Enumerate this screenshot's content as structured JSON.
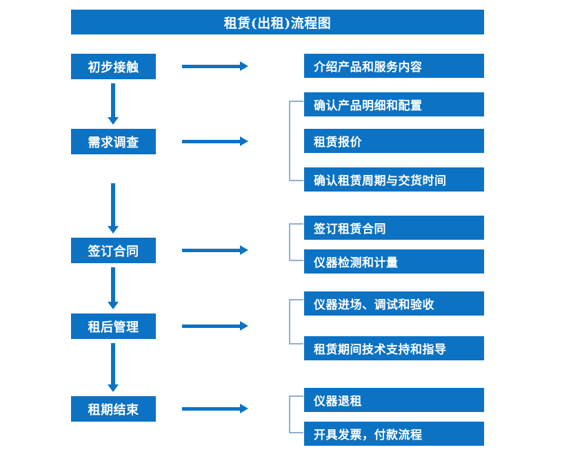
{
  "page": {
    "title": "租赁(出租)流程图",
    "accent_color": "#0b72c4",
    "bracket_color": "#90aed2",
    "background_color": "#ffffff",
    "text_color": "#ffffff"
  },
  "stages": [
    {
      "label": "初步接触"
    },
    {
      "label": "需求调查"
    },
    {
      "label": "签订合同"
    },
    {
      "label": "租后管理"
    },
    {
      "label": "租期结束"
    }
  ],
  "details": [
    {
      "label": "介绍产品和服务内容"
    },
    {
      "label": "确认产品明细和配置"
    },
    {
      "label": "租赁报价"
    },
    {
      "label": "确认租赁周期与交货时间"
    },
    {
      "label": "签订租赁合同"
    },
    {
      "label": "仪器检测和计量"
    },
    {
      "label": "仪器进场、调试和验收"
    },
    {
      "label": "租赁期间技术支持和指导"
    },
    {
      "label": "仪器退租"
    },
    {
      "label": "开具发票，付款流程"
    }
  ]
}
